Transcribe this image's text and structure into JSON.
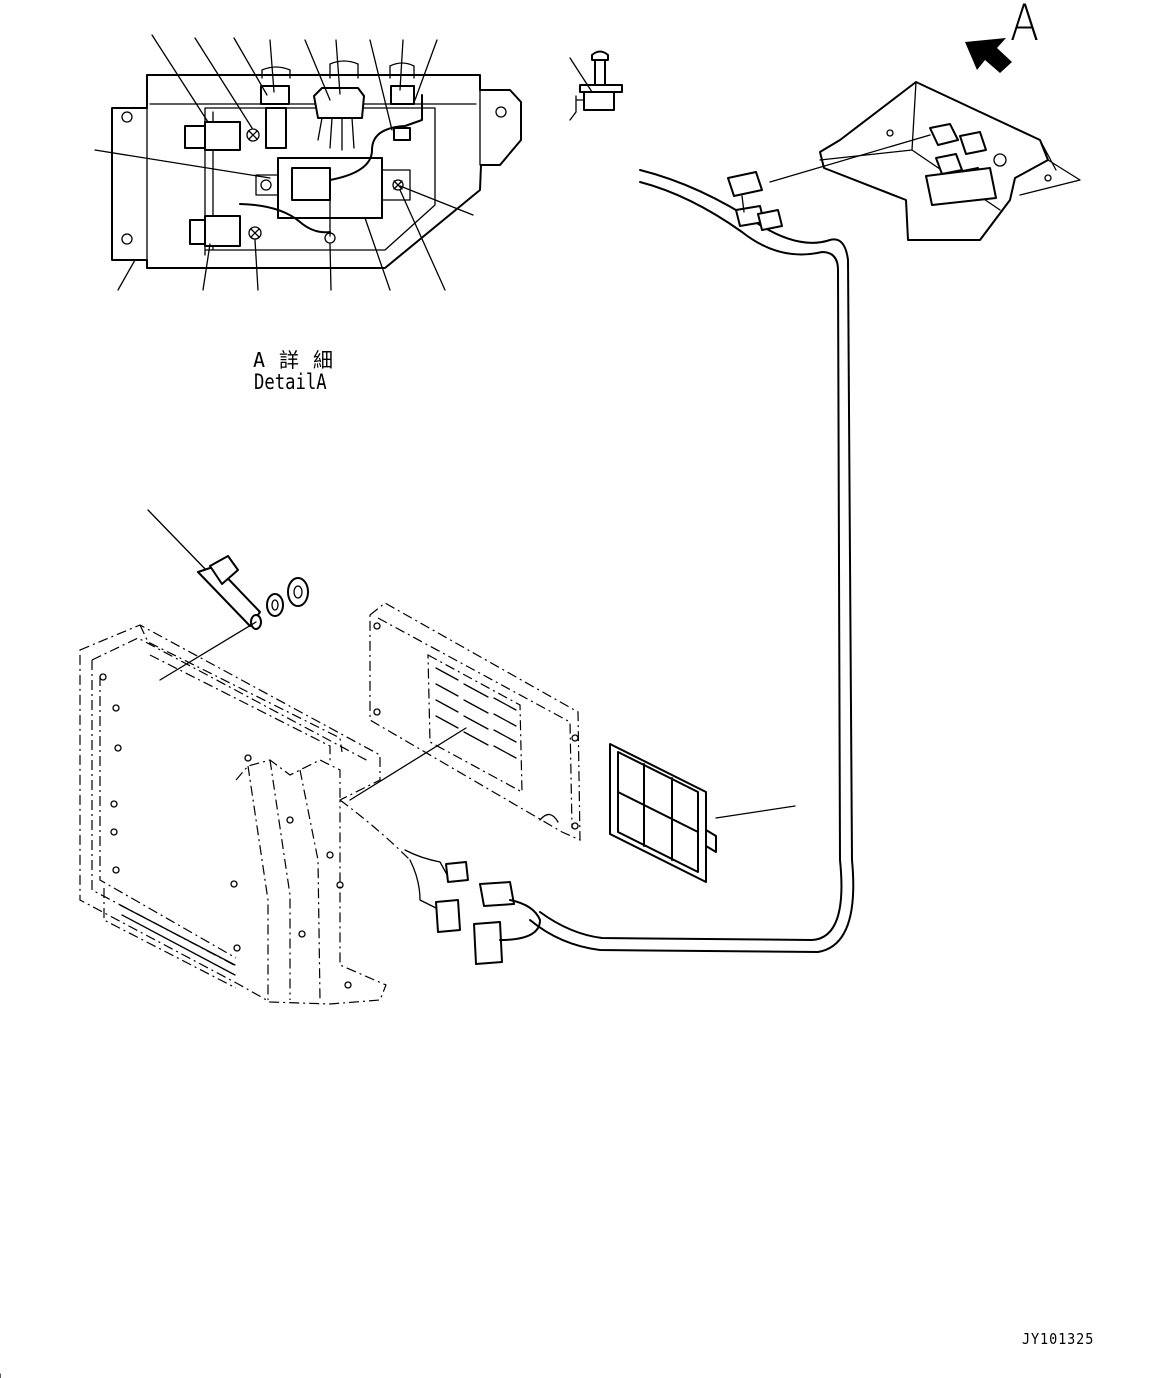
{
  "view_marker": {
    "letter": "A"
  },
  "detail_caption": {
    "japanese": "A詳細",
    "english": "DetailA"
  },
  "drawing_code": "JY101325"
}
